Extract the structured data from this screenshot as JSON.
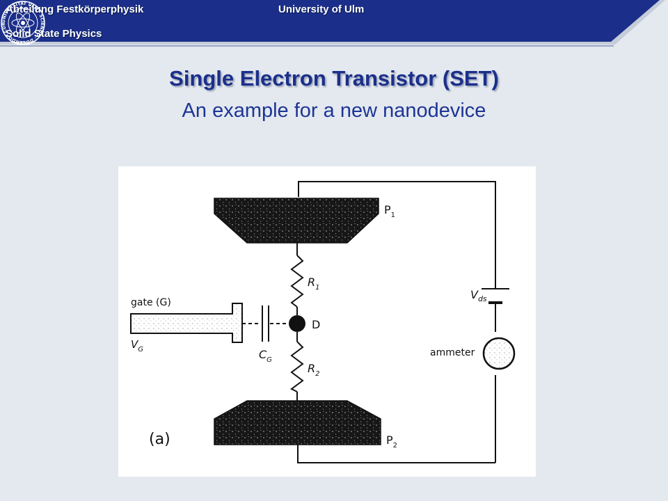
{
  "header": {
    "department": "Abteilung Festkörperphysik",
    "university": "University of Ulm",
    "subdepartment": "Solid State Physics",
    "seal_text": "UNIVERSITÄT ULM · SCIENDO · DOCENDO · CURANDO ·"
  },
  "slide": {
    "title": "Single Electron Transistor    (SET)",
    "subtitle": "An example for a new nanodevice"
  },
  "figure": {
    "labels": {
      "p1": "P",
      "p1_sub": "1",
      "p2": "P",
      "p2_sub": "2",
      "r1": "R",
      "r1_sub": "1",
      "r2": "R",
      "r2_sub": "2",
      "d": "D",
      "gate": "gate (G)",
      "vg": "V",
      "vg_sub": "G",
      "cg": "C",
      "cg_sub": "G",
      "vds": "V",
      "vds_sub": "ds",
      "ammeter": "ammeter",
      "panel": "(a)"
    }
  },
  "colors": {
    "header_blue": "#1b2f8a",
    "title_blue": "#1b2f8a",
    "background": "#e4e9f0"
  }
}
